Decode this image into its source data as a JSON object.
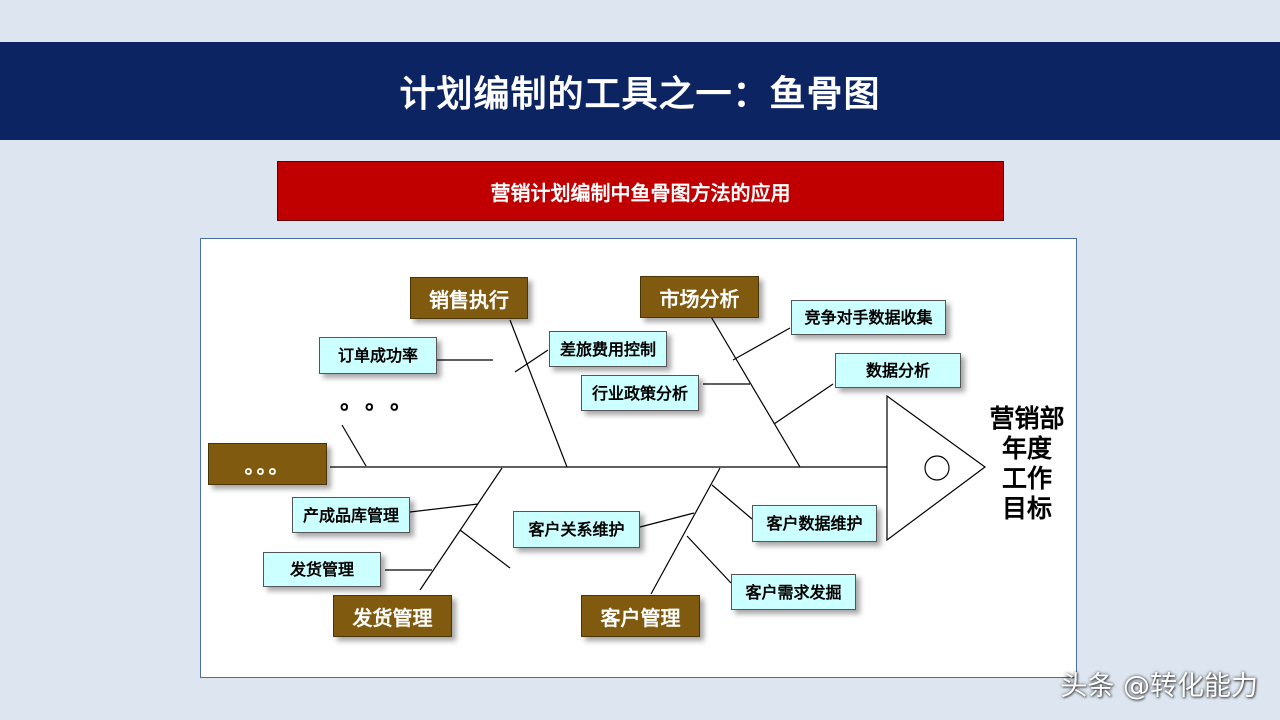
{
  "header": {
    "title": "计划编制的工具之一：鱼骨图"
  },
  "subtitle": "营销计划编制中鱼骨图方法的应用",
  "diagram": {
    "categories": {
      "sales_execution": "销售执行",
      "market_analysis": "市场分析",
      "more": "。。。",
      "delivery_management": "发货管理",
      "customer_management": "客户管理"
    },
    "causes": {
      "order_success_rate": "订单成功率",
      "travel_cost_control": "差旅费用控制",
      "industry_policy_analysis": "行业政策分析",
      "competitor_data_collection": "竞争对手数据收集",
      "data_analysis": "数据分析",
      "product_inventory_management": "产成品库管理",
      "delivery_management_item": "发货管理",
      "customer_relation_maintenance": "客户关系维护",
      "customer_data_maintenance": "客户数据维护",
      "customer_demand_mining": "客户需求发掘"
    },
    "ellipsis": "。。。",
    "goal": [
      "营销部",
      "年度",
      "工作",
      "目标"
    ]
  },
  "watermark": "头条 @转化能力",
  "colors": {
    "title_bar": "#0c2461",
    "subtitle_bar": "#c00000",
    "category_box": "#7f5a0f",
    "cause_box": "#ccffff"
  }
}
